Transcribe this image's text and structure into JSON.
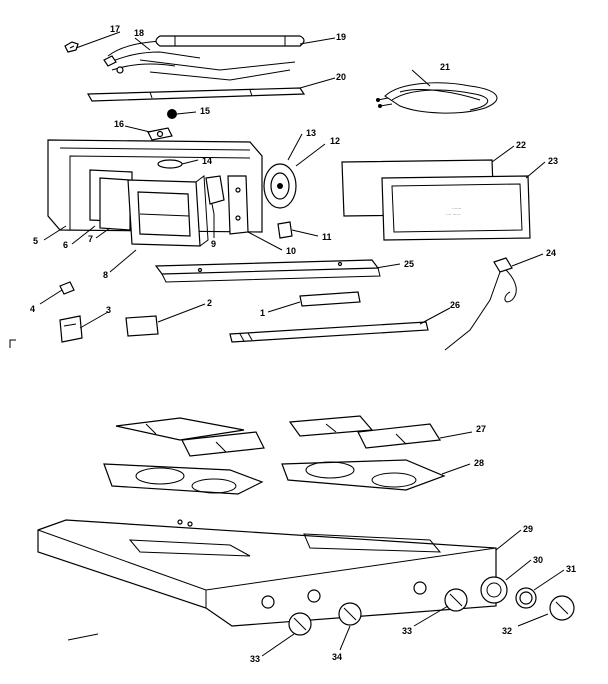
{
  "diagram": {
    "labels": [
      "1",
      "2",
      "3",
      "4",
      "5",
      "6",
      "7",
      "8",
      "9",
      "10",
      "11",
      "12",
      "13",
      "14",
      "15",
      "16",
      "17",
      "18",
      "19",
      "20",
      "21",
      "22",
      "23",
      "24",
      "25",
      "26",
      "27",
      "28",
      "29",
      "30",
      "31",
      "32",
      "33",
      "34",
      "33"
    ],
    "nameplate_text": [
      "·······",
      "···· ······"
    ]
  }
}
